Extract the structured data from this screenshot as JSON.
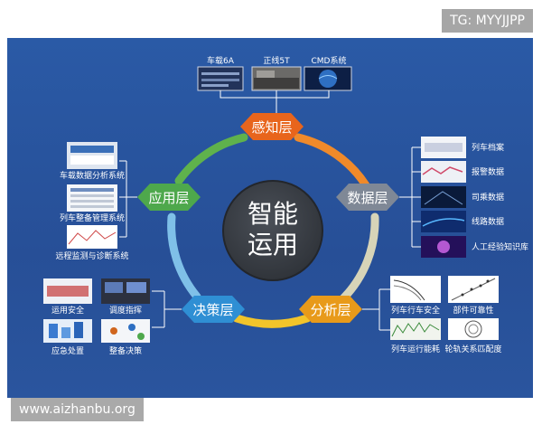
{
  "watermarks": {
    "top_right": "TG: MYYJJPP",
    "bottom_left": "www.aizhanbu.org"
  },
  "center": {
    "line1": "智能",
    "line2": "运用"
  },
  "layers": {
    "perception": "感知层",
    "data": "数据层",
    "analysis": "分析层",
    "decision": "决策层",
    "application": "应用层"
  },
  "perception_items": [
    "车载6A",
    "正线5T",
    "CMD系统"
  ],
  "data_items": [
    "列车档案",
    "报警数据",
    "司乘数据",
    "线路数据",
    "人工经验知识库"
  ],
  "analysis_items": [
    "列车行车安全",
    "部件可靠性",
    "列车运行能耗",
    "轮轨关系匹配度"
  ],
  "decision_items": [
    "运用安全",
    "调度指挥",
    "应急处置",
    "整备决策"
  ],
  "application_items": [
    "车载数据分析系统",
    "列车整备管理系统",
    "远程监测与诊断系统"
  ],
  "colors": {
    "panel": "#2a5aa6",
    "perception": "#e8651c",
    "data": "#7f8896",
    "analysis": "#e89a1a",
    "decision": "#2f8fd4",
    "application": "#4ea84c",
    "center": "#3a3f46"
  }
}
